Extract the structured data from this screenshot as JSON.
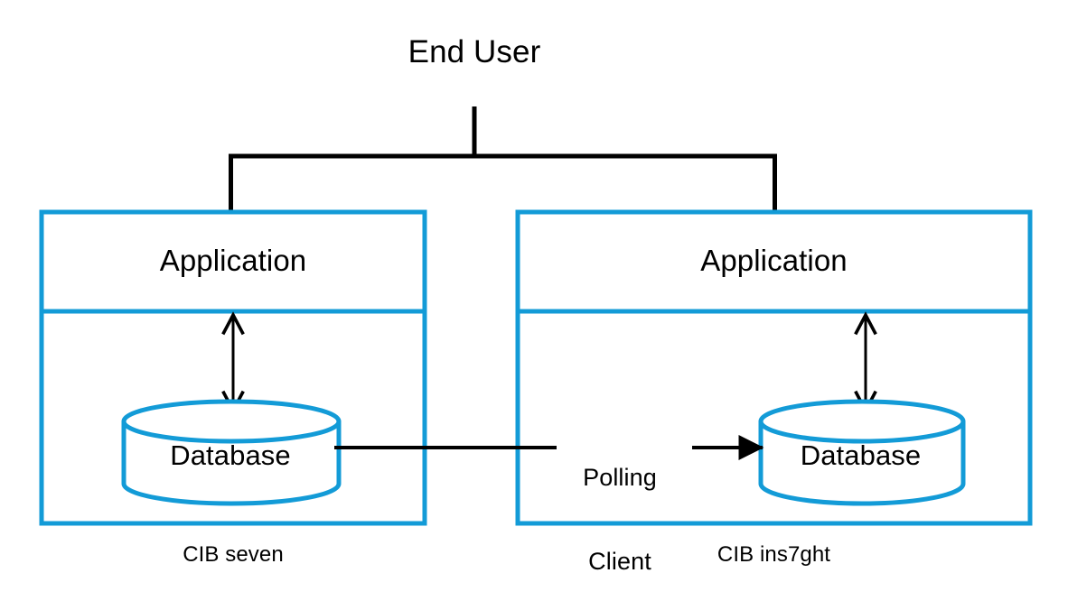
{
  "diagram": {
    "title_node": "End User",
    "colors": {
      "box_border": "#139bd7",
      "line": "#000000",
      "background": "#ffffff",
      "text": "#000000"
    },
    "systems": [
      {
        "id": "cib-seven",
        "caption": "CIB seven",
        "application_label": "Application",
        "database_label": "Database"
      },
      {
        "id": "cib-ins7ght",
        "caption": "CIB ins7ght",
        "application_label": "Application",
        "database_label": "Database"
      }
    ],
    "connector": {
      "polling_client_line1": "Polling",
      "polling_client_line2": "Client"
    },
    "icons": {
      "database_cylinder": "database-cylinder-icon",
      "bidirectional_arrow": "bidirectional-arrow-icon",
      "flow_arrow": "flow-arrow-icon",
      "tree_connector": "tree-connector-icon"
    }
  }
}
